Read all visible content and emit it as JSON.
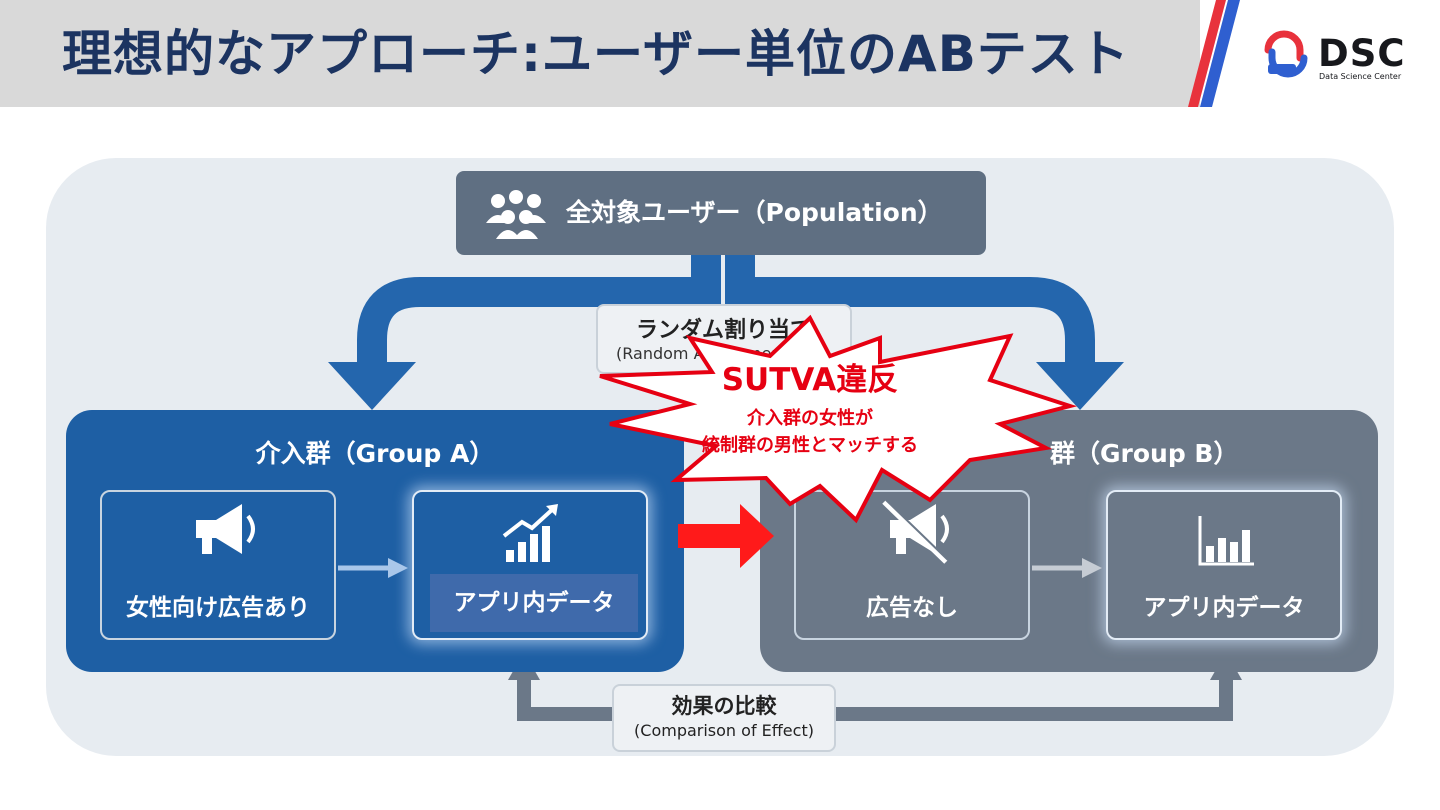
{
  "header": {
    "title": "理想的なアプローチ:ユーザー単位のABテスト",
    "logo_text": "DSC",
    "logo_sub": "Data Science Center",
    "band_color": "#d9d9d9",
    "title_color": "#1c3461",
    "accent_red": "#e8323c",
    "accent_blue": "#2f5fd0"
  },
  "population": {
    "label": "全対象ユーザー（Population）",
    "icon": "users-group-icon"
  },
  "random_assignment": {
    "title": "ランダム割り当て",
    "subtitle": "(Random Assignment)"
  },
  "group_a": {
    "title": "介入群（Group A）",
    "color": "#1e5fa4",
    "ad_box": {
      "label": "女性向け広告あり",
      "icon": "megaphone-icon"
    },
    "data_box": {
      "label": "アプリ内データ",
      "icon": "growth-chart-icon"
    }
  },
  "group_b": {
    "title": "群（Group B）",
    "color": "#6b7888",
    "ad_box": {
      "label": "広告なし",
      "icon": "megaphone-off-icon"
    },
    "data_box": {
      "label": "アプリ内データ",
      "icon": "bar-chart-icon"
    }
  },
  "comparison": {
    "title": "効果の比較",
    "subtitle": "(Comparison of Effect)"
  },
  "callout": {
    "title": "SUTVA違反",
    "line1": "介入群の女性が",
    "line2": "統制群の男性とマッチする",
    "color": "#e60012"
  }
}
